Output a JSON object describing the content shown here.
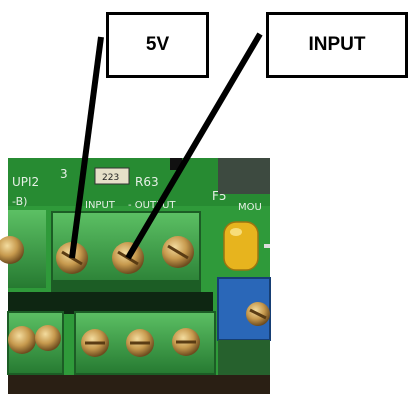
{
  "labels": {
    "five_volt": "5V",
    "input": "INPUT"
  },
  "board_silkscreen": {
    "connector_ref": "3",
    "left_marking": "UPI2",
    "resistor_value": "223",
    "resistor_ref": "R63",
    "header_input": "INPUT",
    "header_output": "- OUTPUT",
    "fuse_ref": "F5",
    "mount_marking": "MOU",
    "left_sub": "-B)"
  },
  "colors": {
    "pcb_green": "#2f9a3a",
    "terminal_green": "#3aa44a",
    "terminal_dark": "#216f2c",
    "screw_brass": "#c9a35a",
    "blue_terminal": "#2a67b8",
    "yellow_cap": "#e7b41e"
  }
}
